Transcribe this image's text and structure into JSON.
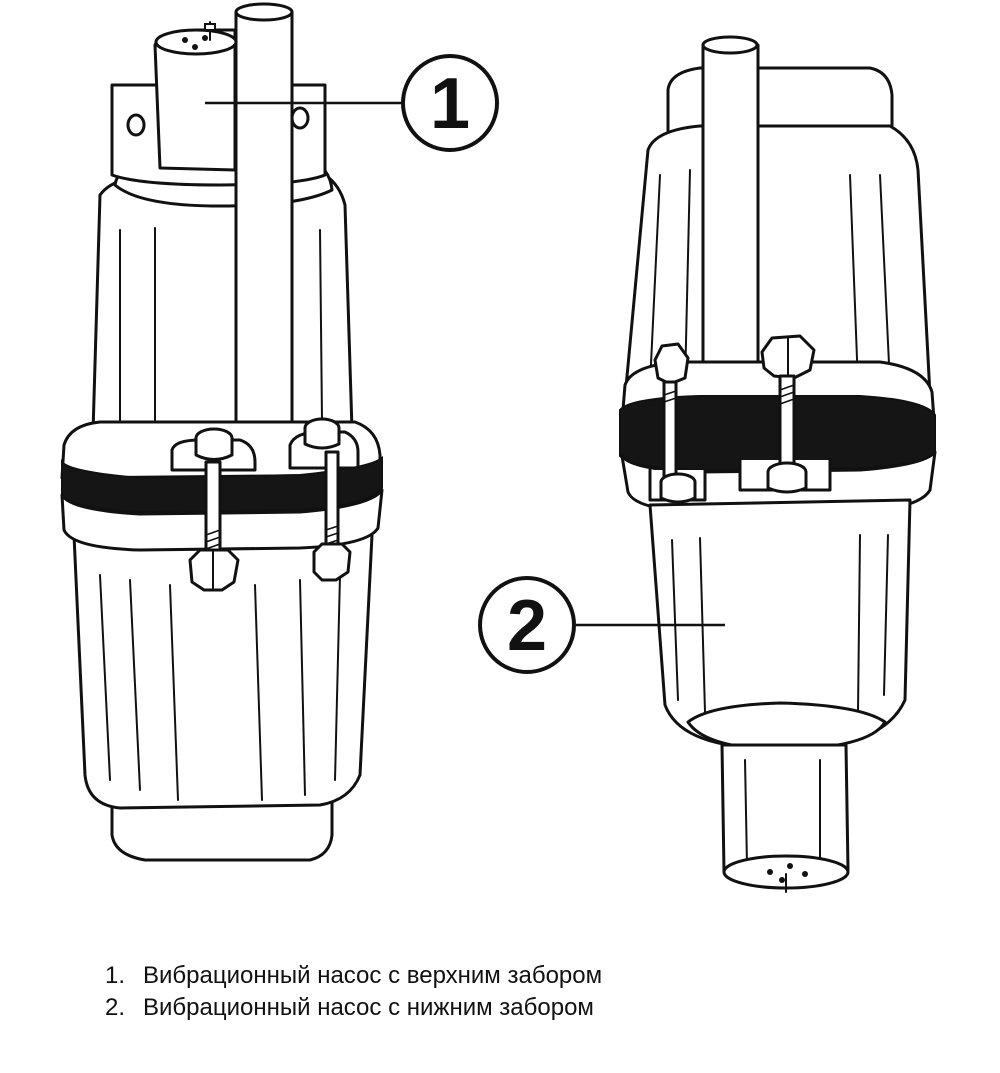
{
  "callouts": [
    {
      "number": "1"
    },
    {
      "number": "2"
    }
  ],
  "legend": [
    {
      "number": "1.",
      "text": "Вибрационный насос с верхним забором"
    },
    {
      "number": "2.",
      "text": "Вибрационный насос с нижним забором"
    }
  ],
  "colors": {
    "line": "#111111",
    "band": "#151515",
    "background": "#ffffff"
  }
}
